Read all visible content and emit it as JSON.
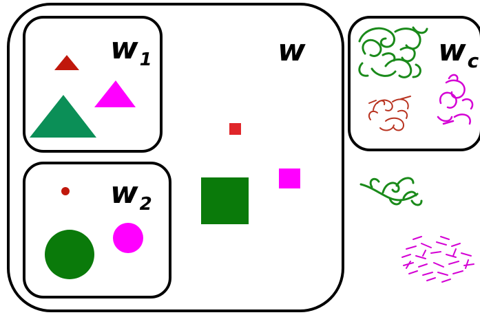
{
  "labels": {
    "main": "w",
    "group1_main": "w",
    "group1_sub": "1",
    "group2_main": "w",
    "group2_sub": "2",
    "context_main": "w",
    "context_sub": "c"
  },
  "colors": {
    "red": "#c0180c",
    "green_triangle": "#0b8f57",
    "magenta": "#ff00ff",
    "green": "#0a7a0a",
    "square_red": "#e0262a",
    "scribble_green": "#1a8a1a",
    "scribble_red": "#b8321f",
    "scribble_magenta": "#d400d4"
  }
}
